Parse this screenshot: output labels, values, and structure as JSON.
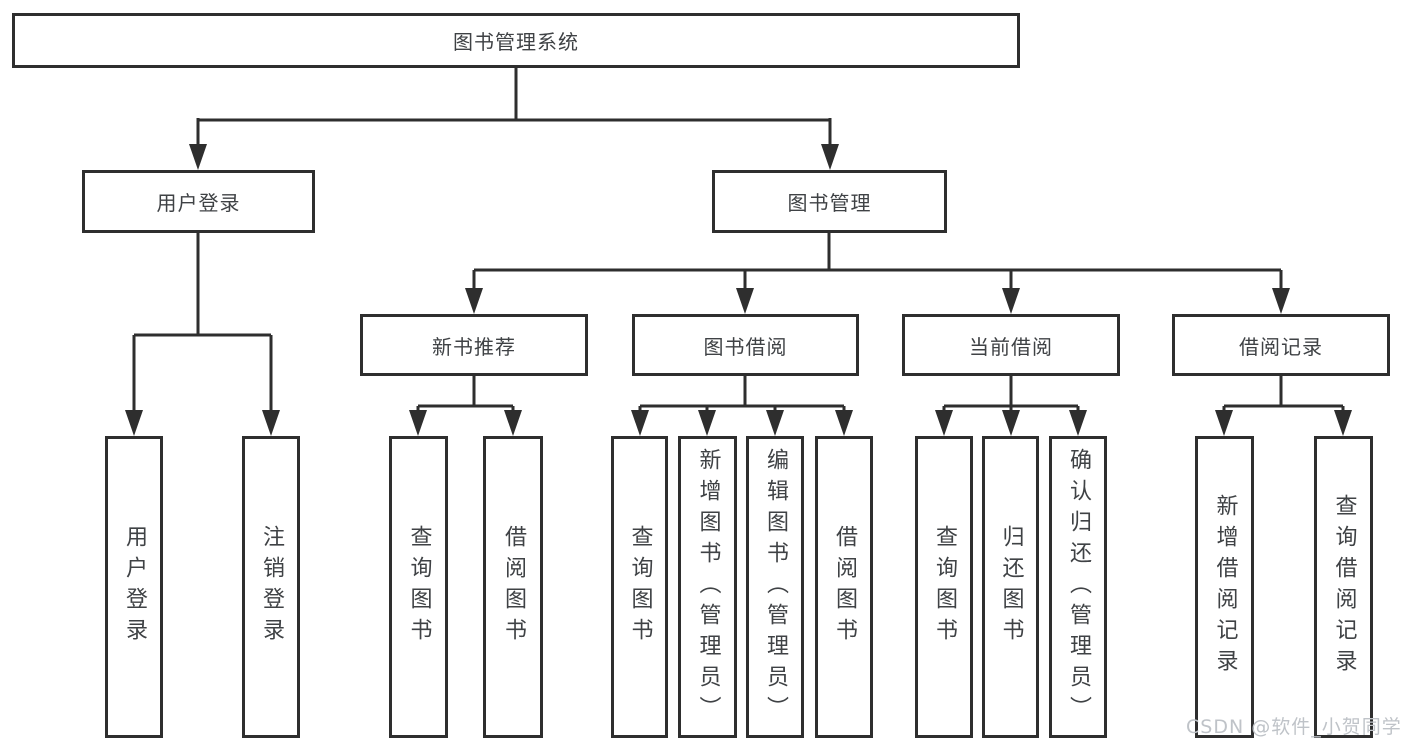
{
  "diagram": {
    "root": {
      "label": "图书管理系统"
    },
    "level1": [
      {
        "label": "用户登录"
      },
      {
        "label": "图书管理"
      }
    ],
    "level2": [
      {
        "label": "新书推荐"
      },
      {
        "label": "图书借阅"
      },
      {
        "label": "当前借阅"
      },
      {
        "label": "借阅记录"
      }
    ],
    "groups": [
      {
        "children": [
          {
            "label": "用户登录"
          },
          {
            "label": "注销登录"
          }
        ]
      },
      {
        "children": [
          {
            "label": "查询图书"
          },
          {
            "label": "借阅图书"
          }
        ]
      },
      {
        "children": [
          {
            "label": "查询图书"
          },
          {
            "label": "新增图书（管理员）"
          },
          {
            "label": "编辑图书（管理员）"
          },
          {
            "label": "借阅图书"
          }
        ]
      },
      {
        "children": [
          {
            "label": "查询图书"
          },
          {
            "label": "归还图书"
          },
          {
            "label": "确认归还（管理员）"
          }
        ]
      },
      {
        "children": [
          {
            "label": "新增借阅记录"
          },
          {
            "label": "查询借阅记录"
          }
        ]
      }
    ],
    "colors": {
      "line": "#2e2e2e",
      "node_text": "#3f4245",
      "background": "#ffffff",
      "watermark_text_color": "#bfc3c8"
    }
  },
  "watermark": {
    "text": "CSDN @软件_小贺同学"
  }
}
